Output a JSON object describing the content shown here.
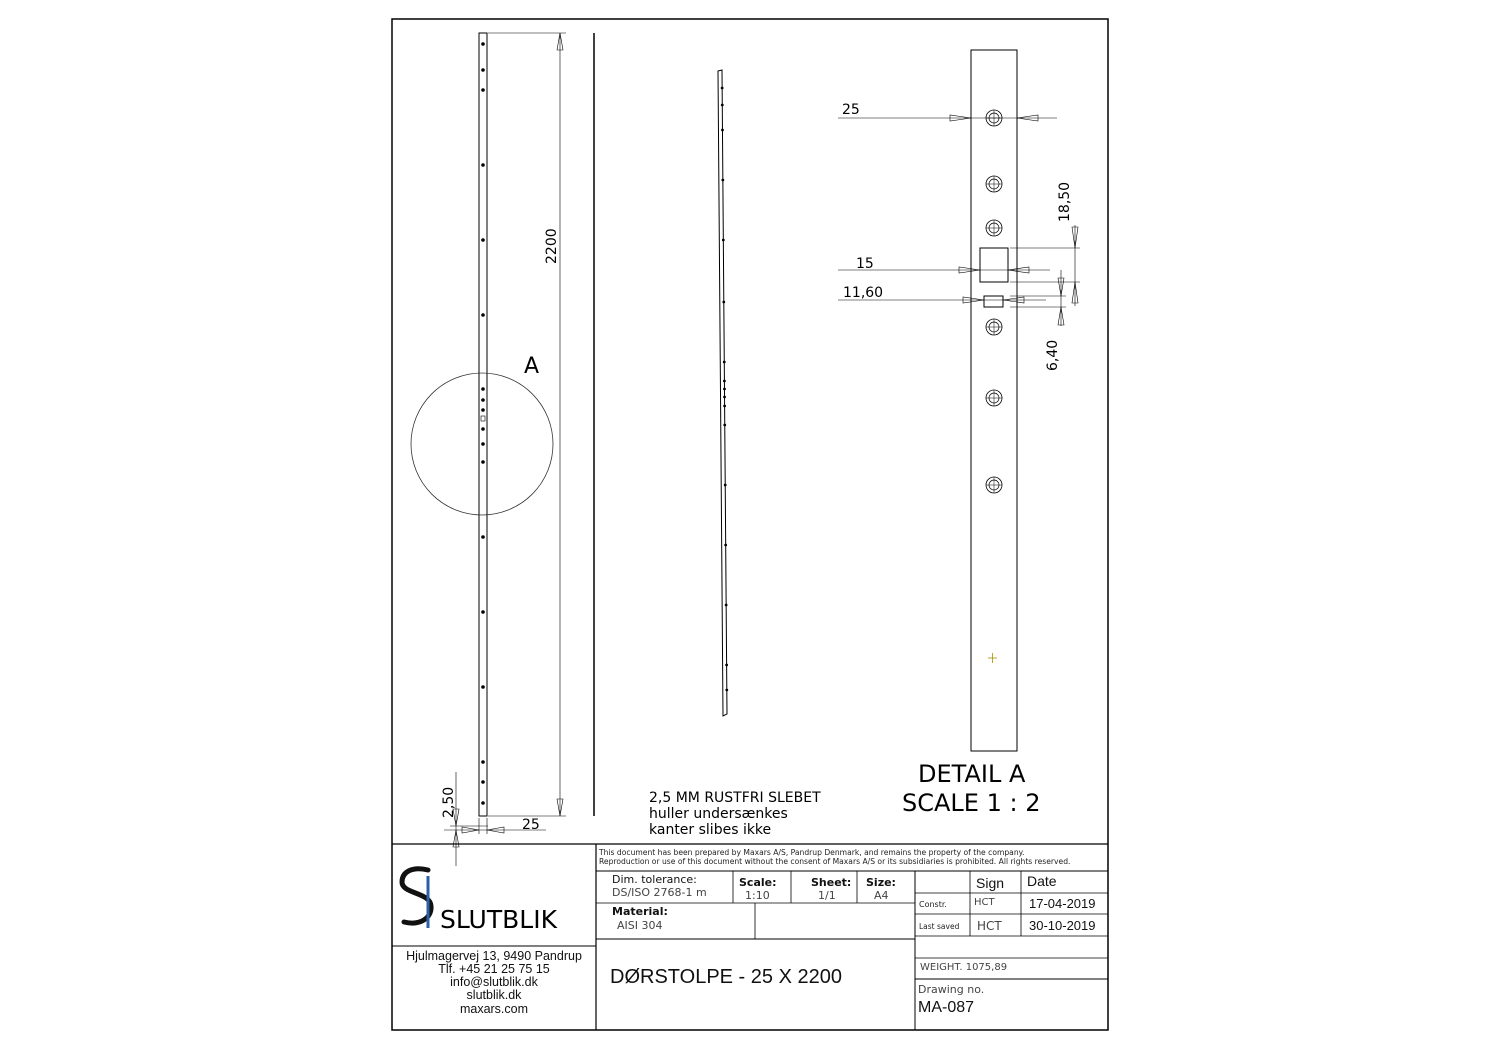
{
  "drawing": {
    "view_a_label": "A",
    "dim_length": "2200",
    "dim_width": "25",
    "dim_thickness": "2,50",
    "notes": [
      "2,5 MM RUSTFRI SLEBET",
      "huller undersænkes",
      "kanter slibes ikke"
    ]
  },
  "detail": {
    "title": "DETAIL A",
    "scale": "SCALE 1 : 2",
    "dim_25": "25",
    "dim_15": "15",
    "dim_11_60": "11,60",
    "dim_18_50": "18,50",
    "dim_6_40": "6,40"
  },
  "title_block": {
    "logo_text": "SLUTBLIK",
    "contact": [
      "Hjulmagervej 13, 9490 Pandrup",
      "Tlf. +45 21 25 75 15",
      "info@slutblik.dk",
      "slutblik.dk",
      "maxars.com"
    ],
    "disclaimer_1": "This document has been prepared by Maxars A/S, Pandrup Denmark, and remains the property of the company.",
    "disclaimer_2": "Reproduction or use of this document without the consent of Maxars A/S or its subsidiaries is prohibited. All rights reserved.",
    "tolerance_label": "Dim. tolerance:",
    "tolerance_value": "DS/ISO 2768-1  m",
    "scale_label": "Scale:",
    "scale_value": "1:10",
    "sheet_label": "Sheet:",
    "sheet_value": "1/1",
    "size_label": "Size:",
    "size_value": "A4",
    "material_label": "Material:",
    "material_value": "AISI 304",
    "part_title": "DØRSTOLPE - 25 X 2200",
    "sign_header": "Sign",
    "date_header": "Date",
    "constr_label": "Constr.",
    "constr_sign": "HCT",
    "constr_date": "17-04-2019",
    "saved_label": "Last saved",
    "saved_sign": "HCT",
    "saved_date": "30-10-2019",
    "weight": "WEIGHT. 1075,89",
    "drawing_no_label": "Drawing no.",
    "drawing_no": "MA-087"
  }
}
